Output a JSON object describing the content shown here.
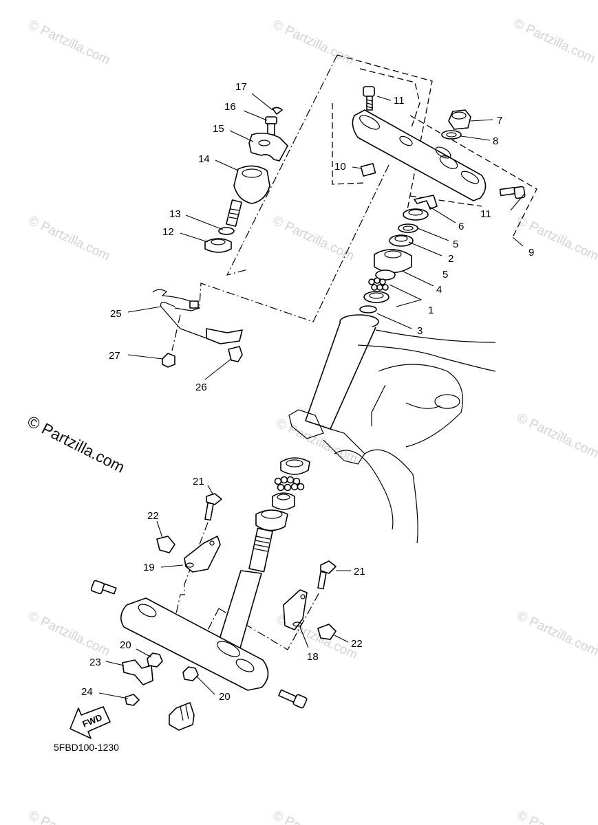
{
  "watermark": "© Partzilla.com",
  "diagram_code": "5FBD100-1230",
  "fwd_label": "FWD",
  "callouts": {
    "c1": "1",
    "c2": "2",
    "c3": "3",
    "c4": "4",
    "c5a": "5",
    "c5b": "5",
    "c6": "6",
    "c7": "7",
    "c8": "8",
    "c9": "9",
    "c10": "10",
    "c11a": "11",
    "c11b": "11",
    "c12": "12",
    "c13": "13",
    "c14": "14",
    "c15": "15",
    "c16": "16",
    "c17": "17",
    "c18": "18",
    "c19": "19",
    "c20a": "20",
    "c20b": "20",
    "c21a": "21",
    "c21b": "21",
    "c22a": "22",
    "c22b": "22",
    "c23": "23",
    "c24": "24",
    "c25": "25",
    "c26": "26",
    "c27": "27"
  }
}
